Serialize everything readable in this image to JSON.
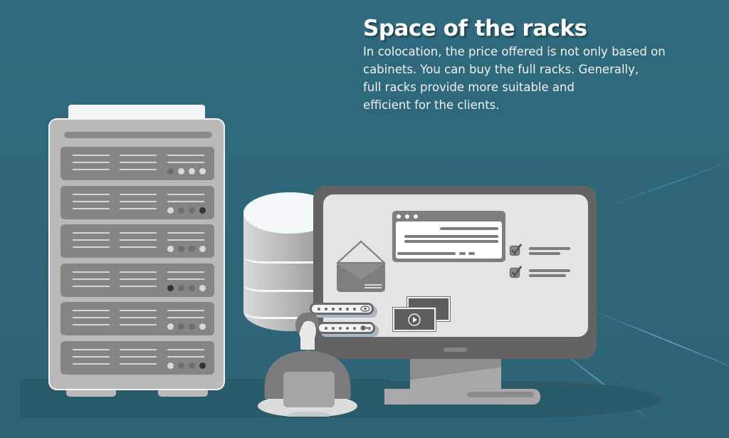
{
  "content": {
    "headline": "Space of the racks",
    "paragraph_lines": [
      "In colocation, the price offered is not only based on",
      "cabinets. You can buy the full racks. Generally,",
      "full racks provide more suitable and",
      "efficient for the clients."
    ]
  },
  "illustration": {
    "background_color": "#2f6a7e",
    "floor_shadow_color": "#2a5b6b",
    "rack_units": [
      {
        "dots": [
          "#6e6e6e",
          "#d9d9d9",
          "#d9d9d9",
          "#d9d9d9"
        ]
      },
      {
        "dots": [
          "#d9d9d9",
          "#6e6e6e",
          "#6e6e6e",
          "#333333"
        ]
      },
      {
        "dots": [
          "#d9d9d9",
          "#6e6e6e",
          "#6e6e6e",
          "#d9d9d9"
        ]
      },
      {
        "dots": [
          "#333333",
          "#6e6e6e",
          "#6e6e6e",
          "#d9d9d9"
        ]
      },
      {
        "dots": [
          "#d9d9d9",
          "#6e6e6e",
          "#6e6e6e",
          "#d9d9d9"
        ]
      },
      {
        "dots": [
          "#d9d9d9",
          "#6e6e6e",
          "#6e6e6e",
          "#333333"
        ]
      }
    ],
    "icons": [
      "server-rack-icon",
      "database-icon",
      "monitor-icon",
      "envelope-icon",
      "browser-window-icon",
      "checkbox-icon",
      "video-player-icon",
      "password-field-icon",
      "person-with-laptop-icon"
    ]
  }
}
